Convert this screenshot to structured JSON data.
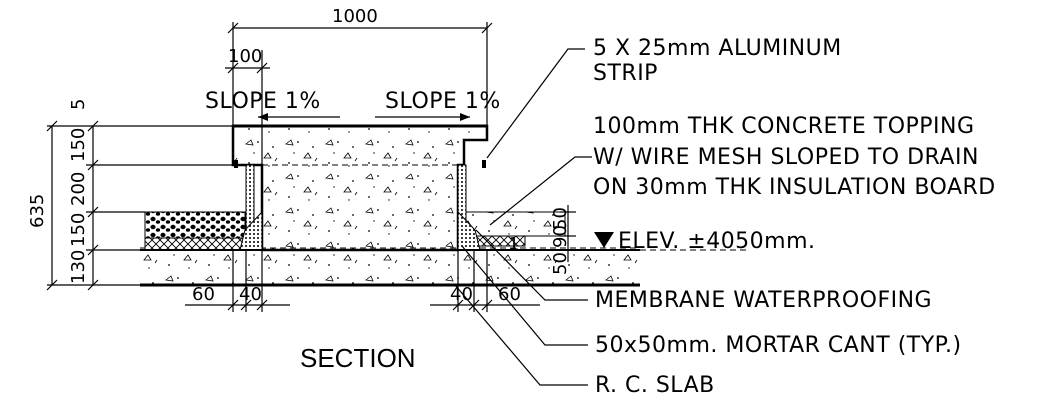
{
  "title": "SECTION",
  "dimensions": {
    "top_overall": "1000",
    "top_offset": "100",
    "left_5": "5",
    "left_150a": "150",
    "left_200": "200",
    "left_150b": "150",
    "left_130": "130",
    "left_total": "635",
    "bottom_60_left": "60",
    "bottom_40_left": "40",
    "bottom_40_right": "40",
    "bottom_60_right": "60",
    "right_50": "50",
    "right_90": "90",
    "right_50b": "50",
    "right_1": "1"
  },
  "slopes": {
    "left": "SLOPE  1%",
    "right": "SLOPE  1%"
  },
  "elevation": "ELEV.  ±4050mm.",
  "notes": {
    "aluminum_strip_line1": "5 X 25mm ALUMINUM",
    "aluminum_strip_line2": "STRIP",
    "topping_line1": "100mm THK CONCRETE TOPPING",
    "topping_line2": "W/ WIRE MESH SLOPED TO DRAIN",
    "topping_line3": "ON 30mm THK INSULATION BOARD",
    "membrane": "MEMBRANE WATERPROOFING",
    "mortar_cant": "50x50mm. MORTAR CANT (TYP.)",
    "rc_slab": "R. C. SLAB"
  }
}
